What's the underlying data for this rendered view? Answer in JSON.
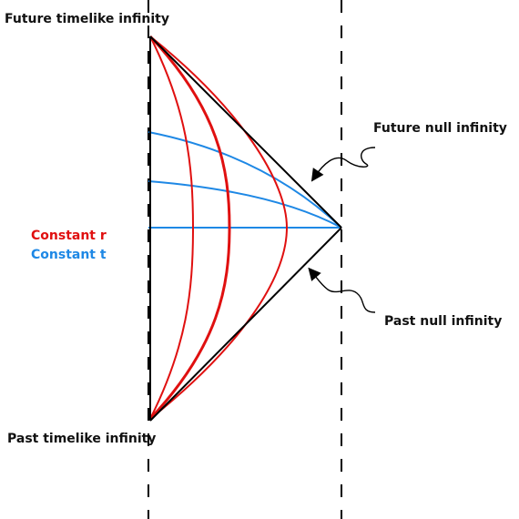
{
  "labels": {
    "future_timelike": "Future timelike infinity",
    "past_timelike": "Past timelike infinity",
    "future_null": "Future null infinity",
    "past_null": "Past null infinity",
    "constant_r": "Constant r",
    "constant_t": "Constant t"
  },
  "colors": {
    "constant_r": "#e01010",
    "constant_t": "#1e88e5",
    "outline": "#000000"
  }
}
